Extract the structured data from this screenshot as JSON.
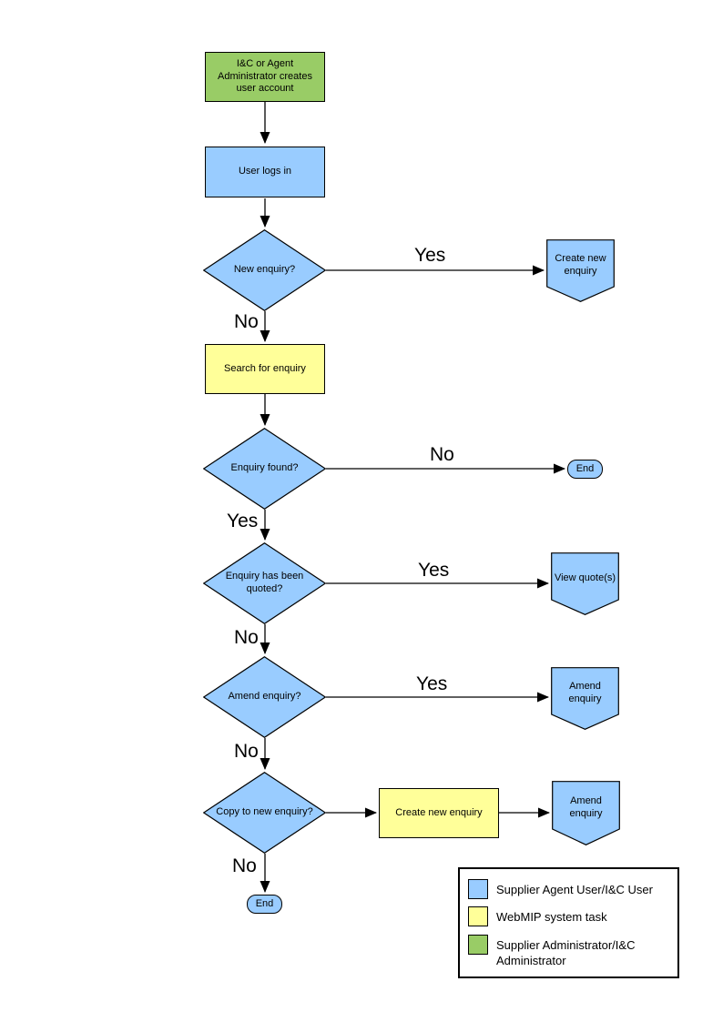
{
  "flowchart": {
    "colors": {
      "blue": "#99CCFF",
      "yellow": "#FFFF99",
      "green": "#99CC66",
      "line": "#000000"
    },
    "nodes": {
      "admin_creates_account": {
        "label": "I&C or Agent Administrator creates user account"
      },
      "user_logs_in": {
        "label": "User logs in"
      },
      "new_enquiry": {
        "label": "New enquiry?"
      },
      "create_new_enquiry_offpage": {
        "label": "Create new enquiry"
      },
      "search_for_enquiry": {
        "label": "Search for enquiry"
      },
      "enquiry_found": {
        "label": "Enquiry found?"
      },
      "end_right": {
        "label": "End"
      },
      "enquiry_quoted": {
        "label": "Enquiry has been quoted?"
      },
      "view_quotes": {
        "label": "View quote(s)"
      },
      "amend_enquiry_decision": {
        "label": "Amend enquiry?"
      },
      "amend_enquiry_offpage_1": {
        "label": "Amend enquiry"
      },
      "copy_to_new_enquiry": {
        "label": "Copy to new enquiry?"
      },
      "create_new_enquiry_task": {
        "label": "Create new enquiry"
      },
      "amend_enquiry_offpage_2": {
        "label": "Amend enquiry"
      },
      "end_bottom": {
        "label": "End"
      }
    },
    "edge_labels": {
      "yes_new_enquiry": "Yes",
      "no_new_enquiry": "No",
      "no_enquiry_found": "No",
      "yes_enquiry_found": "Yes",
      "yes_quoted": "Yes",
      "no_quoted": "No",
      "yes_amend": "Yes",
      "no_amend": "No",
      "no_copy": "No"
    }
  },
  "legend": {
    "items": [
      {
        "color": "#99CCFF",
        "label": "Supplier Agent User/I&C User"
      },
      {
        "color": "#FFFF99",
        "label": "WebMIP system task"
      },
      {
        "color": "#99CC66",
        "label": "Supplier Administrator/I&C Administrator"
      }
    ]
  }
}
